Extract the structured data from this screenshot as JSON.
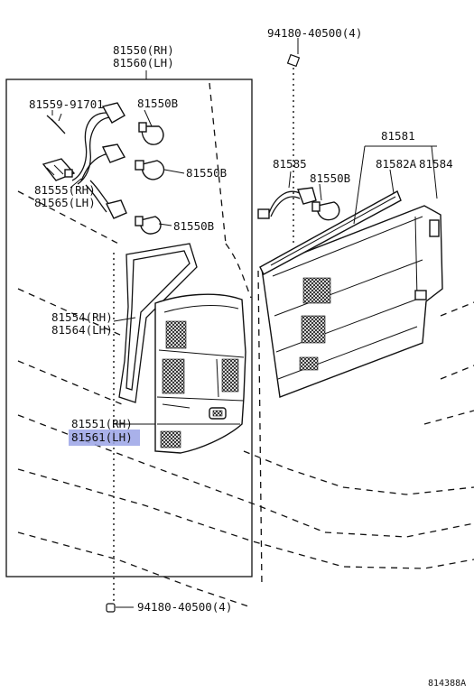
{
  "labels": {
    "bolt_top": "94180-40500(4)",
    "lamp_assy_rh": "81550(RH)",
    "lamp_assy_lh": "81560(LH)",
    "screw": "81559-91701",
    "bulb_1": "81550B",
    "bulb_2": "81550B",
    "bulb_3": "81550B",
    "socket_rh": "81555(RH)",
    "socket_lh": "81565(LH)",
    "gasket_rh": "81554(RH)",
    "gasket_lh": "81564(LH)",
    "lens_rh": "81551(RH)",
    "lens_lh": "81561(LH)",
    "license_lamp": "81581",
    "socket_center": "81585",
    "bulb_center": "81550B",
    "lens_center": "81582A",
    "housing_center": "81584",
    "bolt_bottom": "94180-40500(4)",
    "diagram_code": "814388A"
  },
  "highlight": {
    "target": "lens_lh",
    "color": "#9aa3e6"
  }
}
